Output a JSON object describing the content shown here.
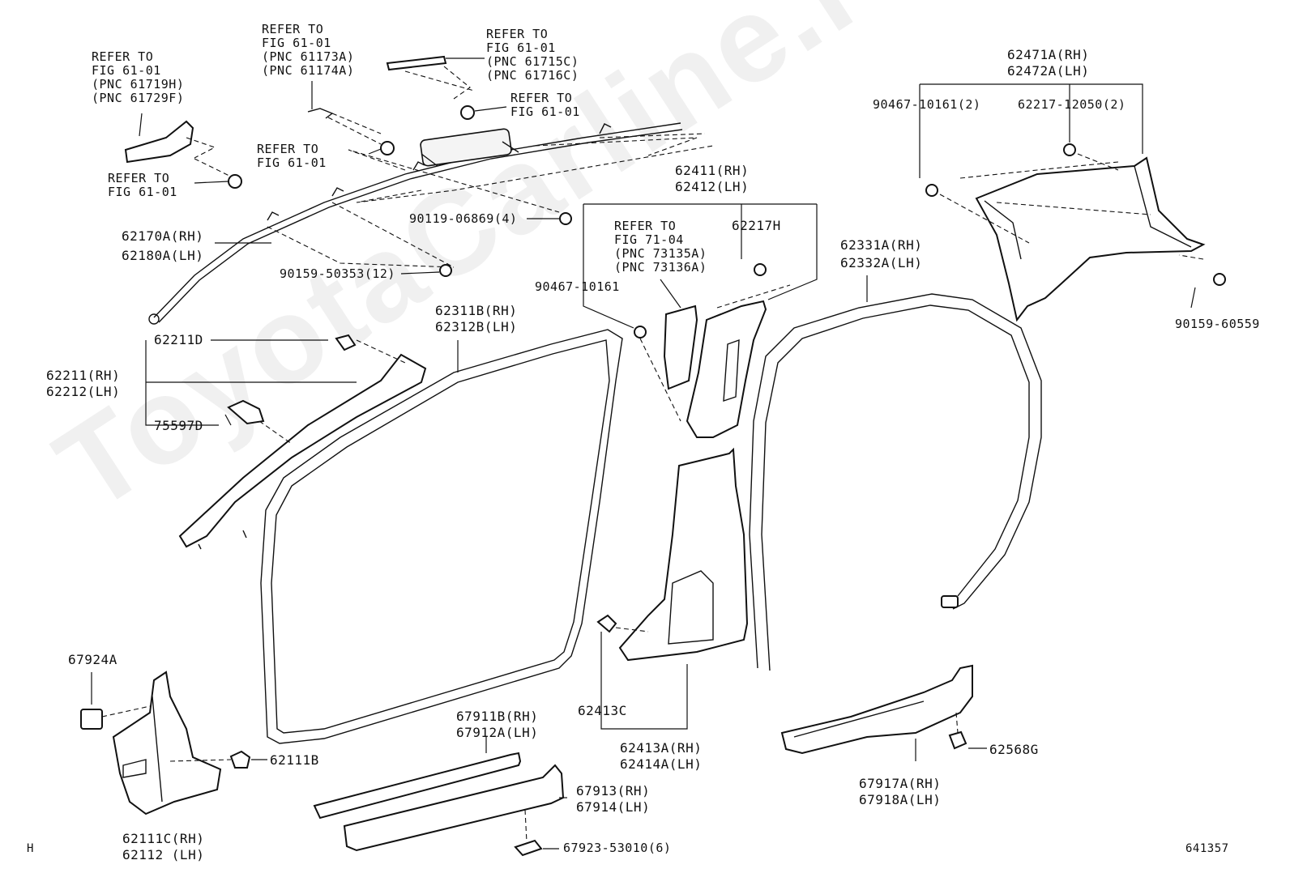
{
  "diagram": {
    "watermark": "ToyotaCarline.ru",
    "corner_code": "H",
    "figure_number": "641357",
    "labels": {
      "refer_61719h": [
        "REFER TO",
        "FIG 61-01",
        "(PNC 61719H)",
        "(PNC 61729F)"
      ],
      "refer_61173a": [
        "REFER TO",
        "FIG 61-01",
        "(PNC 61173A)",
        "(PNC 61174A)"
      ],
      "refer_61715c": [
        "REFER TO",
        "FIG 61-01",
        "(PNC 61715C)",
        "(PNC 61716C)"
      ],
      "refer_bolt_right": [
        "REFER TO",
        "FIG 61-01"
      ],
      "refer_bolt_mid": [
        "REFER TO",
        "FIG 61-01"
      ],
      "refer_bolt_left": [
        "REFER TO",
        "FIG 61-01"
      ],
      "p90119": "90119-06869(4)",
      "p62170": [
        "62170A(RH)",
        "62180A(LH)"
      ],
      "p90159_50353": "90159-50353(12)",
      "p62411": [
        "62411(RH)",
        "62412(LH)"
      ],
      "refer_73135a": [
        "REFER TO",
        "FIG 71-04",
        "(PNC 73135A)",
        "(PNC 73136A)"
      ],
      "p62217h": "62217H",
      "p90467_10161_mid": "90467-10161",
      "p62471": [
        "62471A(RH)",
        "62472A(LH)"
      ],
      "p90467_10161_2": "90467-10161(2)",
      "p62217_12050": "62217-12050(2)",
      "p90159_60559": "90159-60559",
      "p62331": [
        "62331A(RH)",
        "62332A(LH)"
      ],
      "p62311": [
        "62311B(RH)",
        "62312B(LH)"
      ],
      "p62211d": "62211D",
      "p62211": [
        "62211(RH)",
        "62212(LH)"
      ],
      "p75597d": "75597D",
      "p62413c": "62413C",
      "p62413a": [
        "62413A(RH)",
        "62414A(LH)"
      ],
      "p67924a": "67924A",
      "p62111b": "62111B",
      "p62111c": [
        "62111C(RH)",
        "62112 (LH)"
      ],
      "p67911": [
        "67911B(RH)",
        "67912A(LH)"
      ],
      "p67913": [
        "67913(RH)",
        "67914(LH)"
      ],
      "p67923": "67923-53010(6)",
      "p67917": [
        "67917A(RH)",
        "67918A(LH)"
      ],
      "p62568g": "62568G"
    }
  }
}
